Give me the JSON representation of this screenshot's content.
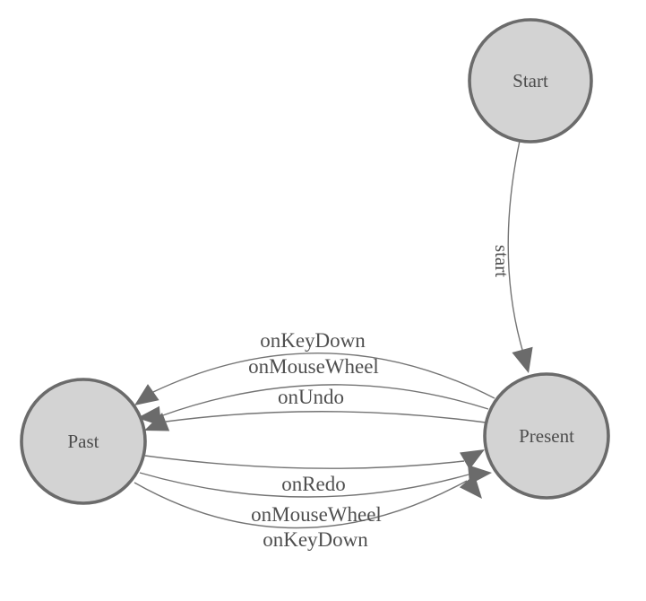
{
  "colors": {
    "background": "#ffffff",
    "node_fill": "#d3d3d3",
    "node_stroke": "#6b6b6b",
    "edge_line": "#747474",
    "arrow_fill": "#6b6b6b",
    "node_text": "#4d4d4d",
    "edge_text": "#4f4f4f"
  },
  "nodes": [
    {
      "id": "start",
      "label": "Start"
    },
    {
      "id": "present",
      "label": "Present"
    },
    {
      "id": "past",
      "label": "Past"
    }
  ],
  "edges": [
    {
      "from": "start",
      "to": "present",
      "label": "start"
    },
    {
      "from": "present",
      "to": "past",
      "label": "onKeyDown"
    },
    {
      "from": "present",
      "to": "past",
      "label": "onMouseWheel"
    },
    {
      "from": "present",
      "to": "past",
      "label": "onUndo"
    },
    {
      "from": "past",
      "to": "present",
      "label": "onRedo"
    },
    {
      "from": "past",
      "to": "present",
      "label": "onMouseWheel"
    },
    {
      "from": "past",
      "to": "present",
      "label": "onKeyDown"
    }
  ]
}
